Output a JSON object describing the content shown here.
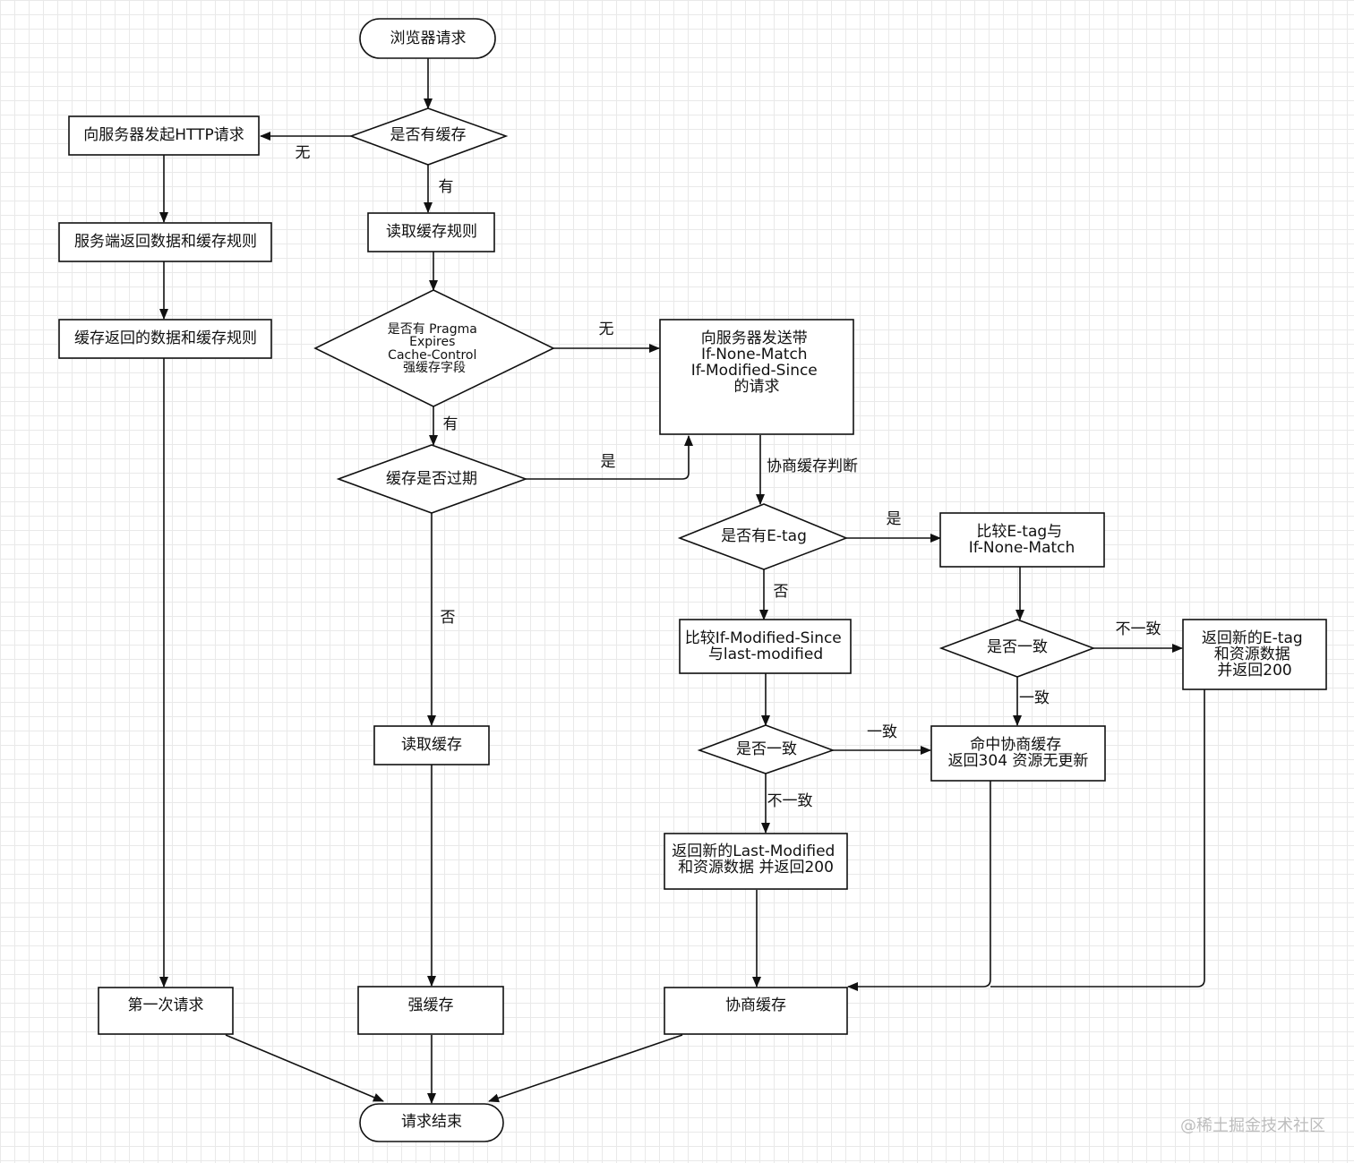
{
  "nodes": {
    "browser_request": "浏览器请求",
    "has_cache": "是否有缓存",
    "send_http": "向服务器发起HTTP请求",
    "server_return": "服务端返回数据和缓存规则",
    "cache_return": "缓存返回的数据和缓存规则",
    "first_request": "第一次请求",
    "read_rules": "读取缓存规则",
    "pragma_check": [
      "是否有 Pragma",
      "Expires",
      "Cache-Control",
      "强缓存字段"
    ],
    "expired": "缓存是否过期",
    "read_cache": "读取缓存",
    "strong_cache": "强缓存",
    "send_conditional": [
      "向服务器发送带",
      "If-None-Match",
      "If-Modified-Since",
      "的请求"
    ],
    "has_etag": "是否有E-tag",
    "compare_etag": [
      "比较E-tag与",
      "If-None-Match"
    ],
    "etag_match": "是否一致",
    "etag_new": [
      "返回新的E-tag",
      "和资源数据",
      "并返回200"
    ],
    "compare_modified": [
      "比较If-Modified-Since",
      "与last-modified"
    ],
    "modified_match": "是否一致",
    "hit_304": [
      "命中协商缓存",
      "返回304 资源无更新"
    ],
    "lm_new": [
      "返回新的Last-Modified",
      "和资源数据 并返回200"
    ],
    "negotiated_cache": "协商缓存",
    "end": "请求结束"
  },
  "edge_labels": {
    "no_cache": "无",
    "has": "有",
    "no_strong": "无",
    "has_strong": "有",
    "expired_yes": "是",
    "expired_no": "否",
    "negotiate": "协商缓存判断",
    "etag_yes": "是",
    "etag_no": "否",
    "mismatch_etag": "不一致",
    "match_etag": "一致",
    "match_lm": "一致",
    "mismatch_lm": "不一致"
  },
  "watermark": "@稀土掘金技术社区"
}
